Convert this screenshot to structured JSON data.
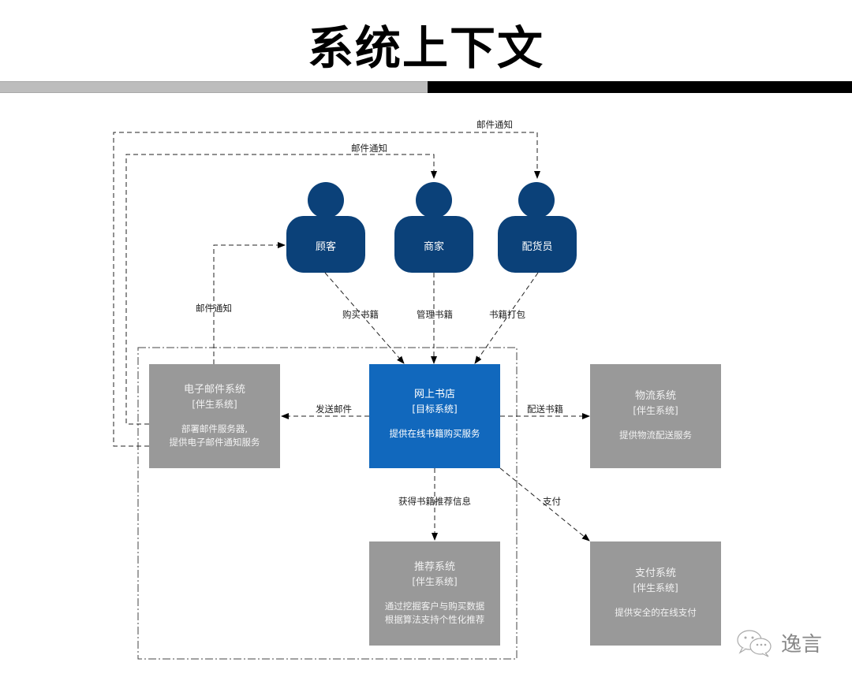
{
  "title": "系统上下文",
  "colors": {
    "person": "#0b4179",
    "target_system": "#1168bd",
    "support_system": "#999999",
    "header_bar_left": "#bdbdbd",
    "header_bar_right": "#000000"
  },
  "persons": [
    {
      "id": "customer",
      "label": "顾客"
    },
    {
      "id": "merchant",
      "label": "商家"
    },
    {
      "id": "dispatcher",
      "label": "配货员"
    }
  ],
  "systems": {
    "bookstore": {
      "name": "网上书店",
      "kind": "[目标系统]",
      "desc": [
        "提供在线书籍购买服务"
      ]
    },
    "email": {
      "name": "电子邮件系统",
      "kind": "[伴生系统]",
      "desc": [
        "部署邮件服务器,",
        "提供电子邮件通知服务"
      ]
    },
    "logistics": {
      "name": "物流系统",
      "kind": "[伴生系统]",
      "desc": [
        "提供物流配送服务"
      ]
    },
    "recommend": {
      "name": "推荐系统",
      "kind": "[伴生系统]",
      "desc": [
        "通过挖掘客户与购买数据",
        "根据算法支持个性化推荐"
      ]
    },
    "payment": {
      "name": "支付系统",
      "kind": "[伴生系统]",
      "desc": [
        "提供安全的在线支付"
      ]
    }
  },
  "edges": {
    "mail_to_dispatcher": "邮件通知",
    "mail_to_merchant": "邮件通知",
    "mail_to_customer": "邮件通知",
    "buy_books": "购买书籍",
    "manage_books": "管理书籍",
    "pack_books": "书籍打包",
    "send_mail": "发送邮件",
    "deliver_books": "配送书籍",
    "get_recommend": "获得书籍推荐信息",
    "pay": "支付"
  },
  "watermark": {
    "text": "逸言",
    "icon": "wechat-icon"
  }
}
